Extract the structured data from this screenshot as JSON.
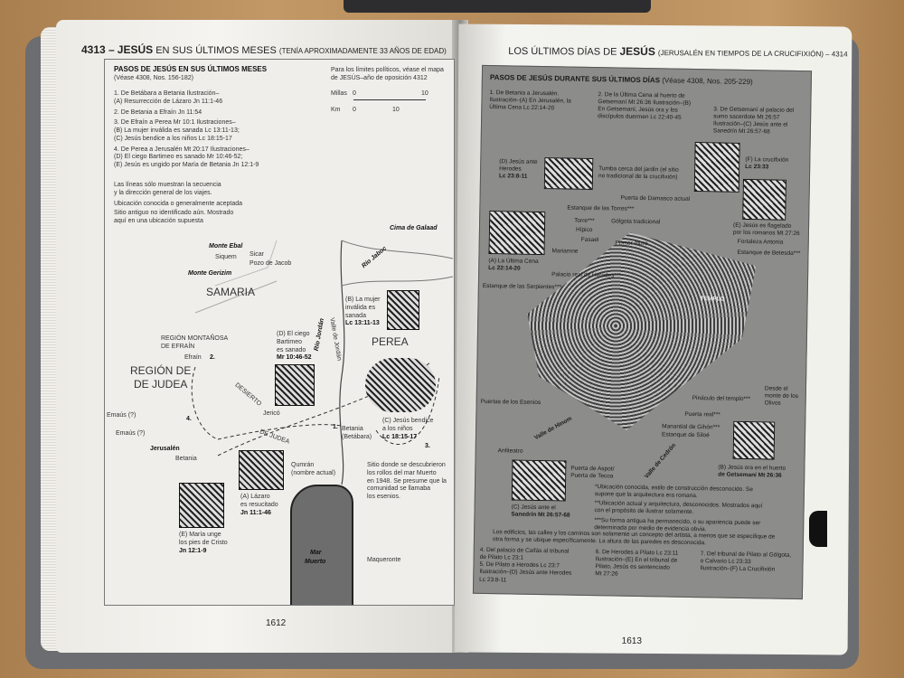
{
  "left_page": {
    "header_number": "4313 –",
    "header_bold": "JESÚS",
    "header_title": "EN SUS ÚLTIMOS MESES",
    "header_sub": "(TENÍA APROXIMADAMENTE 33 AÑOS DE EDAD)",
    "page_number": "1612",
    "map": {
      "title": "PASOS DE JESÚS EN SUS ÚLTIMOS MESES",
      "see": "(Véase 4308, Nos. 156-182)",
      "steps": [
        "1. De Betábara a Betania Ilustración–",
        "(A) Resurrección de Lázaro Jn 11:1-46",
        "2. De Betania a Efraín Jn 11:54",
        "3. De Efraín a Perea Mr 10:1 Ilustraciones–",
        "(B) La mujer inválida es sanada Lc 13:11-13;",
        "(C) Jesús bendice a los niños Lc 18:15-17",
        "4. De Perea a Jerusalén Mt 20:17 Ilustraciones–",
        "(D) El ciego Bartimeo es sanado Mr 10:46-52;",
        "(E) Jesús es ungido por María de Betania Jn 12:1-9"
      ],
      "legend": [
        "Las líneas sólo muestran la secuencia",
        "y la dirección general de los viajes.",
        "Ubicación conocida o generalmente aceptada",
        "Sitio antiguo no identificado aún. Mostrado",
        "aquí en una ubicación supuesta"
      ],
      "political_note": [
        "Para los límites políticos, véase el mapa",
        "de JESÚS–año de oposición 4312"
      ],
      "scale": {
        "miles": "Millas",
        "km": "Km",
        "zero": "0",
        "ten": "10"
      },
      "places": {
        "cima": "Cima de Galaad",
        "ebal": "Monte Ebal",
        "sicar": "Sicar",
        "siquem": "Siquem",
        "pozo": "Pozo de Jacob",
        "gerizim": "Monte Gerizim",
        "samaria": "SAMARIA",
        "jaboc": "Río Jaboc",
        "jordan": "Río Jordán",
        "valle": "Valle de Jordán",
        "perea": "PEREA",
        "efrain_region1": "REGIÓN MONTAÑOSA",
        "efrain_region2": "DE EFRAÍN",
        "efrain": "Efraín",
        "judea1": "REGIÓN DE",
        "judea2": "DE JUDEA",
        "desierto": "DESIERTO",
        "dejudea": "DE JUDEA",
        "emaus": "Emaús (?)",
        "jerico": "Jericó",
        "jerusalen": "Jerusalén",
        "betania": "Betania",
        "betabara1": "Betania",
        "betabara2": "(Betábara)",
        "qumran1": "Qumrán",
        "qumran2": "(nombre actual)",
        "mar1": "Mar",
        "mar2": "Muerto",
        "maqueronte": "Maqueronte"
      },
      "captions": {
        "B": [
          "(B) La mujer",
          "inválida es",
          "sanada",
          "Lc 13:11-13"
        ],
        "D": [
          "(D) El ciego",
          "Bartimeo",
          "es sanado",
          "Mr 10:46-52"
        ],
        "C": [
          "(C) Jesús bendice",
          "a los niños",
          "Lc 18:15-17"
        ],
        "A": [
          "(A) Lázaro",
          "es resucitado",
          "Jn 11:1-46"
        ],
        "E": [
          "(E) María unge",
          "los pies de Cristo",
          "Jn 12:1-9"
        ],
        "qumran_note": [
          "Sitio donde se descubrieron",
          "los rollos del mar Muerto",
          "en 1948. Se presume que la",
          "comunidad se llamaba",
          "los esenios."
        ]
      },
      "step_markers": [
        "1.",
        "2.",
        "3.",
        "4."
      ]
    }
  },
  "right_page": {
    "header_title": "LOS ÚLTIMOS DÍAS DE",
    "header_bold": "JESÚS",
    "header_sub": "(JERUSALÉN EN TIEMPOS DE LA CRUCIFIXIÓN) – 4314",
    "page_number": "1613",
    "panel": {
      "title": "PASOS DE JESÚS DURANTE SUS ÚLTIMOS DÍAS",
      "see": "(Véase 4308, Nos. 205-229)",
      "steps": [
        [
          "1. De Betania a Jerusalén.",
          "Ilustración–(A) En Jerusalén, la",
          "Última Cena Lc 22:14-20"
        ],
        [
          "2. De la Última Cena al huerto de",
          "Getsemaní Mt 26:36 Ilustración–(B)",
          "En Getsemaní, Jesús ora y los",
          "discípulos duermen Lc 22:40-45"
        ],
        [
          "3. De Getsemaní al palacio del",
          "sumo sacerdote Mt 26:57",
          "Ilustración–(C) Jesús ante el",
          "Sanedrín Mt 26:57-68"
        ],
        [
          "4. Del palacio de Caifás al tribunal",
          "de Pilato Lc 23:1",
          "5. De Pilato a Herodes Lc 23:7",
          "Ilustración–(D) Jesús ante Herodes",
          "Lc 23:8-11"
        ],
        [
          "6. De Herodes a Pilato Lc 23:11",
          "Ilustración–(E) En el tribunal de",
          "Pilato, Jesús es sentenciado",
          "Mt 27:26"
        ],
        [
          "7. Del tribunal de Pilato al Gólgota,",
          "o Calvario Lc 23:33",
          "Ilustración–(F) La Crucifixión"
        ]
      ],
      "labels": [
        "Tumba cerca del jardín (el sitio no tradicional de la crucifixión)",
        "Puerta de Damasco actual",
        "Estanque de las Torres***",
        "Torre***",
        "Hípico",
        "Gólgota tradicional",
        "Fasael",
        "Mariamne",
        "Primer muro",
        "Palacio real de Herodes***",
        "Estanque de las Serpientes***",
        "Puertas de los Esenios",
        "Valle de Hinom",
        "Anfiteatro",
        "Manantial de Gihón***",
        "Estanque de Siloé",
        "Valle de Cedrón",
        "Pináculo del templo***",
        "Puerta real***",
        "Fortaleza Antonia",
        "Estanque de Betesda***",
        "TEMPLO",
        "Desde el monte de los Olivos",
        "Puerta de Aspot/ Puerta de Tecoa"
      ],
      "captions": {
        "A": [
          "(A) La Última Cena",
          "Lc 22:14-20"
        ],
        "B": [
          "(B) Jesús ora en el huerto",
          "de Getsemaní Mt 26:36"
        ],
        "C": [
          "(C) Jesús ante el",
          "Sanedrín Mt 26:57-68"
        ],
        "D": [
          "(D) Jesús ante",
          "Herodes",
          "Lc 23:8-11"
        ],
        "E": [
          "(E) Jesús es flagelado",
          "por los romanos Mt 27:26"
        ],
        "F": [
          "(F) La crucifixión",
          "Lc 23:33"
        ]
      },
      "notes": [
        "*Ubicación conocida, estilo de construcción desconocido. Se supone que la arquitectura era romana.",
        "**Ubicación actual y arquitectura, desconocidos. Mostrados aquí con el propósito de ilustrar solamente.",
        "***Su forma antigua ha permanecido, o su apariencia puede ser determinada por medio de evidencia obvia.",
        "Los edificios, las calles y los caminos son solamente un concepto del artista, a menos que se especifique de otra forma y se ubique específicamente. La altura de las paredes es desconocida."
      ]
    }
  }
}
